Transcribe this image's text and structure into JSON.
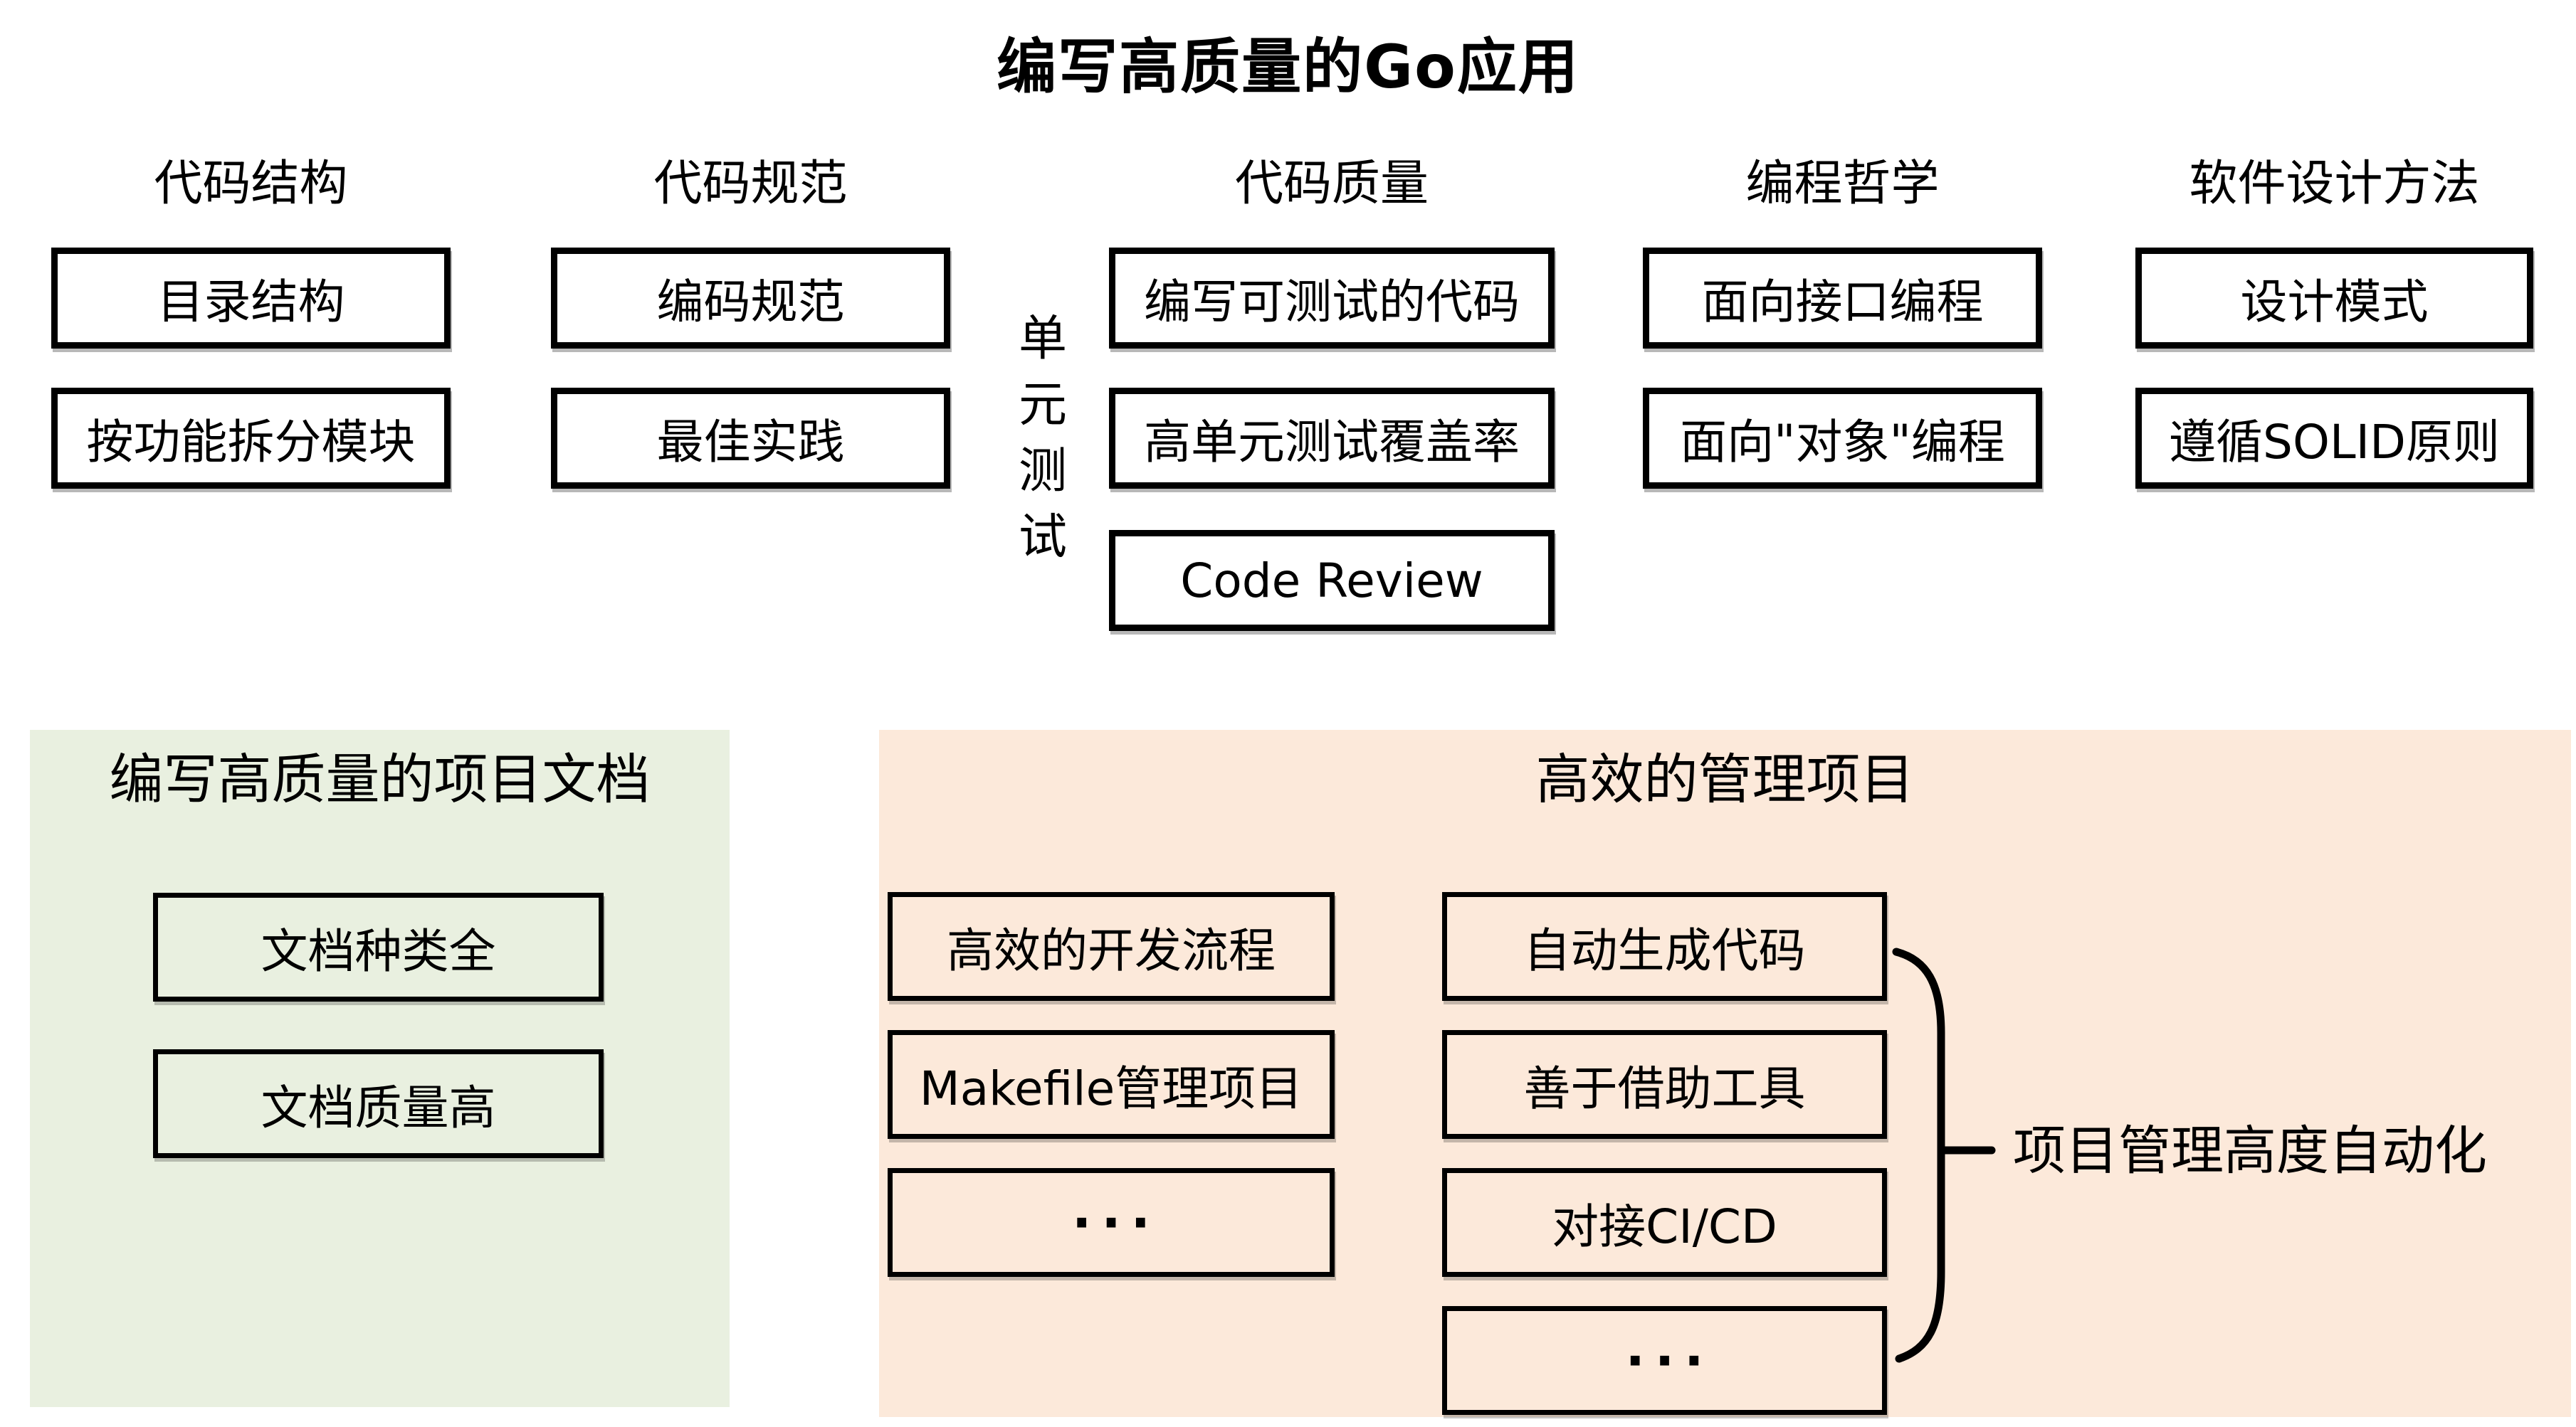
{
  "title": "编写高质量的Go应用",
  "top": {
    "columns": [
      {
        "header": "代码结构",
        "items": [
          "目录结构",
          "按功能拆分模块"
        ]
      },
      {
        "header": "代码规范",
        "items": [
          "编码规范",
          "最佳实践"
        ]
      },
      {
        "header": "代码质量",
        "side_label": "单元测试",
        "items": [
          "编写可测试的代码",
          "高单元测试覆盖率",
          "Code Review"
        ]
      },
      {
        "header": "编程哲学",
        "items": [
          "面向接口编程",
          "面向\"对象\"编程"
        ]
      },
      {
        "header": "软件设计方法",
        "items": [
          "设计模式",
          "遵循SOLID原则"
        ]
      }
    ]
  },
  "docs_panel": {
    "title": "编写高质量的项目文档",
    "items": [
      "文档种类全",
      "文档质量高"
    ]
  },
  "manage_panel": {
    "title": "高效的管理项目",
    "left_items": [
      "高效的开发流程",
      "Makefile管理项目",
      "···"
    ],
    "right_items": [
      "自动生成代码",
      "善于借助工具",
      "对接CI/CD",
      "···"
    ],
    "brace_label": "项目管理高度自动化"
  },
  "colors": {
    "background": "#ffffff",
    "panel_green": "#e9f0e0",
    "panel_orange": "#fce9da",
    "border": "#000000",
    "text": "#000000"
  }
}
